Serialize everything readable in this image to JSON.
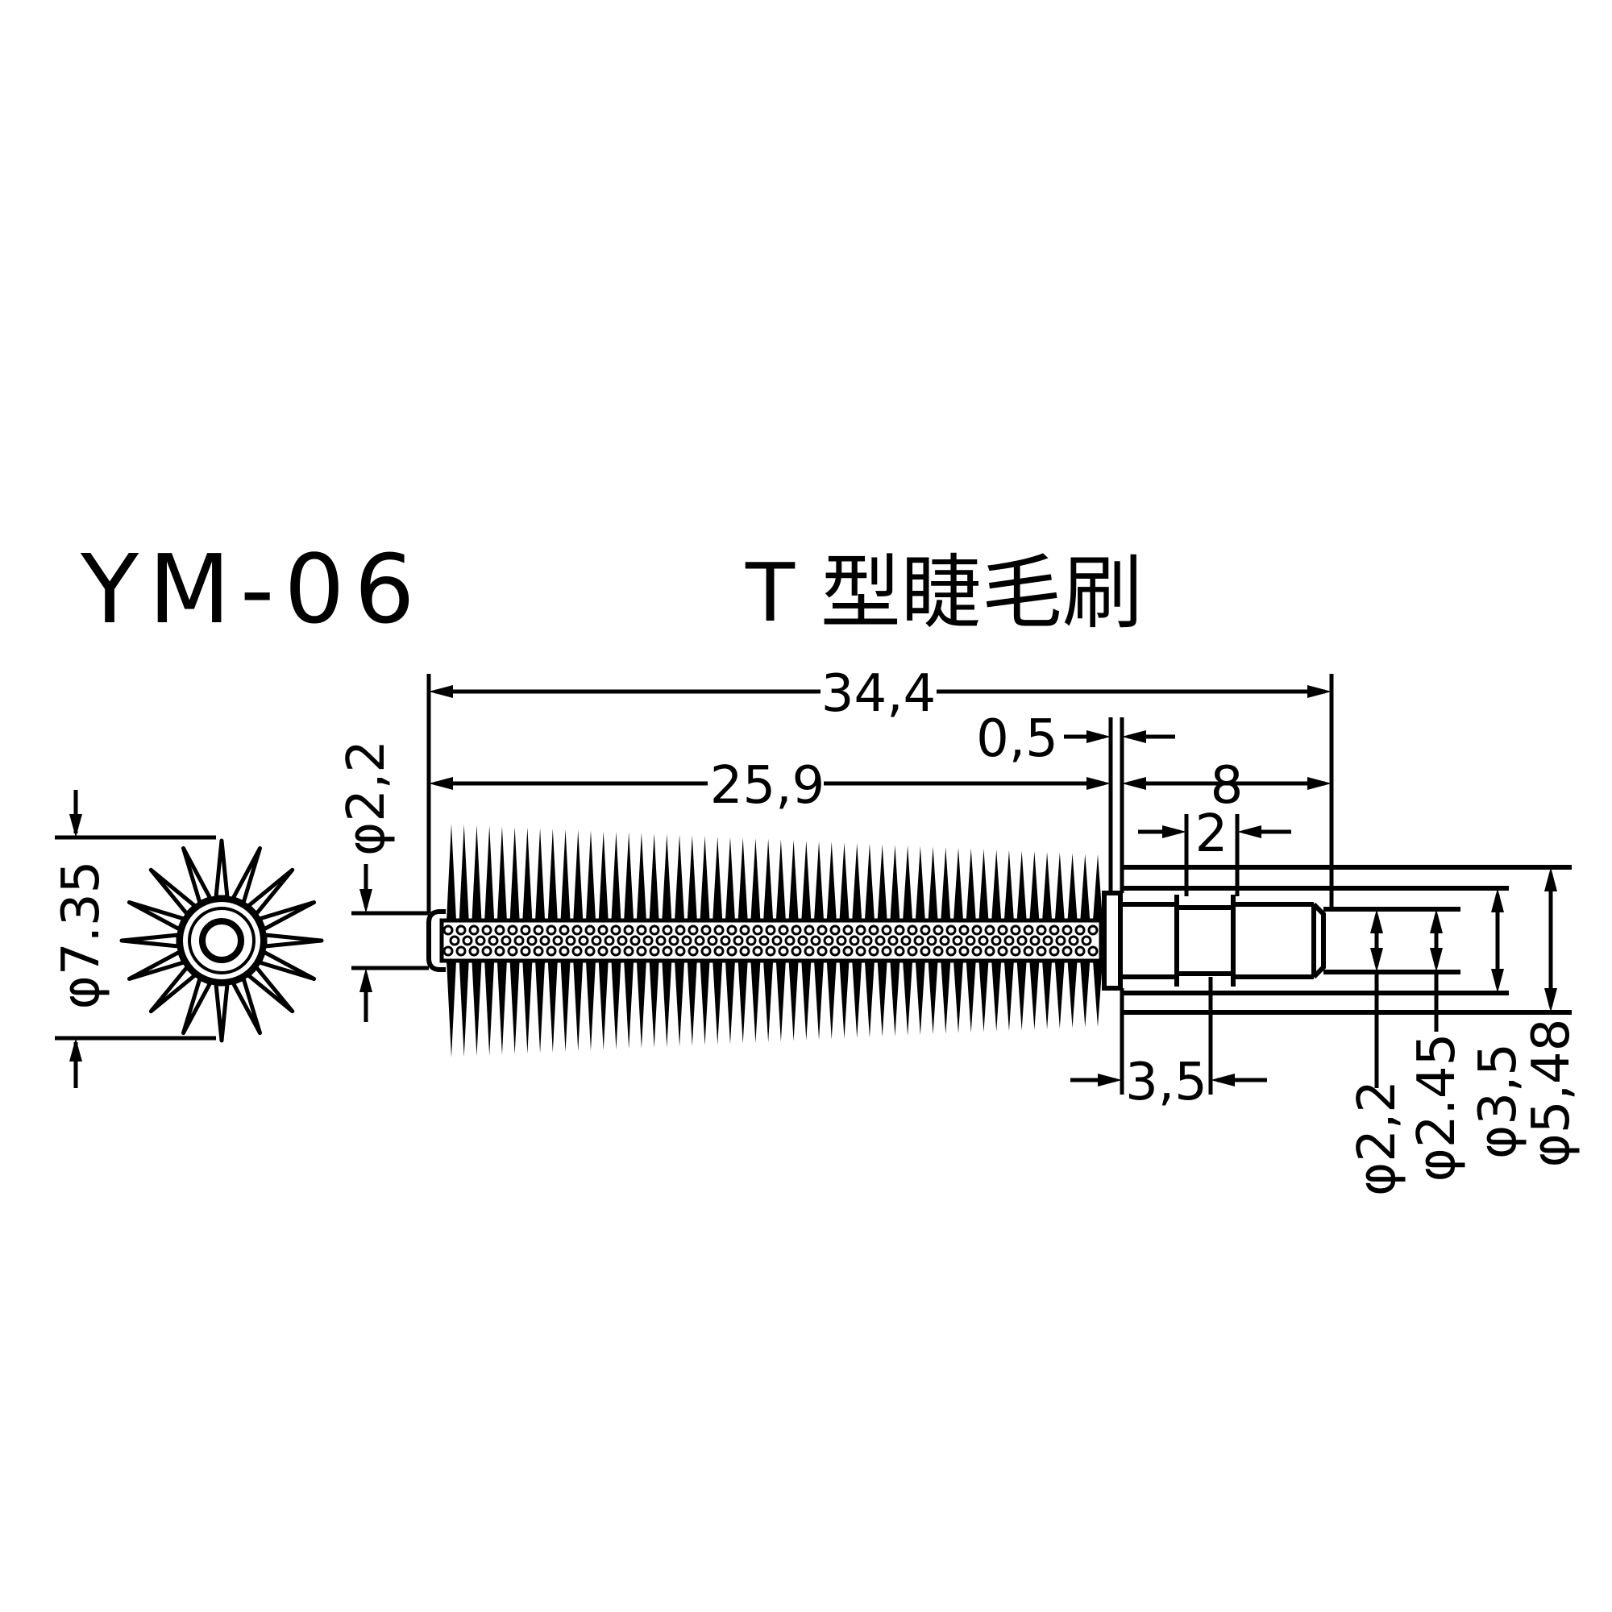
{
  "model_code": "YM-06",
  "product_name": "T 型睫毛刷",
  "colors": {
    "ink": "#000000",
    "paper": "#ffffff"
  },
  "dimensions": {
    "overall_length": "34,4",
    "brush_length": "25,9",
    "flange_thickness": "0,5",
    "shank_length": "8",
    "groove_width": "2",
    "front_step": "3,5",
    "tip_diameter": "φ2,2",
    "brush_diameter": "φ7.35",
    "bore_diameter": "φ2,2",
    "groove_diameter": "φ2.45",
    "shank_diameter": "φ3,5",
    "flange_diameter": "φ5,48"
  },
  "end_view": {
    "bristle_count": 16
  },
  "side_view": {
    "bristle_count": 52
  }
}
